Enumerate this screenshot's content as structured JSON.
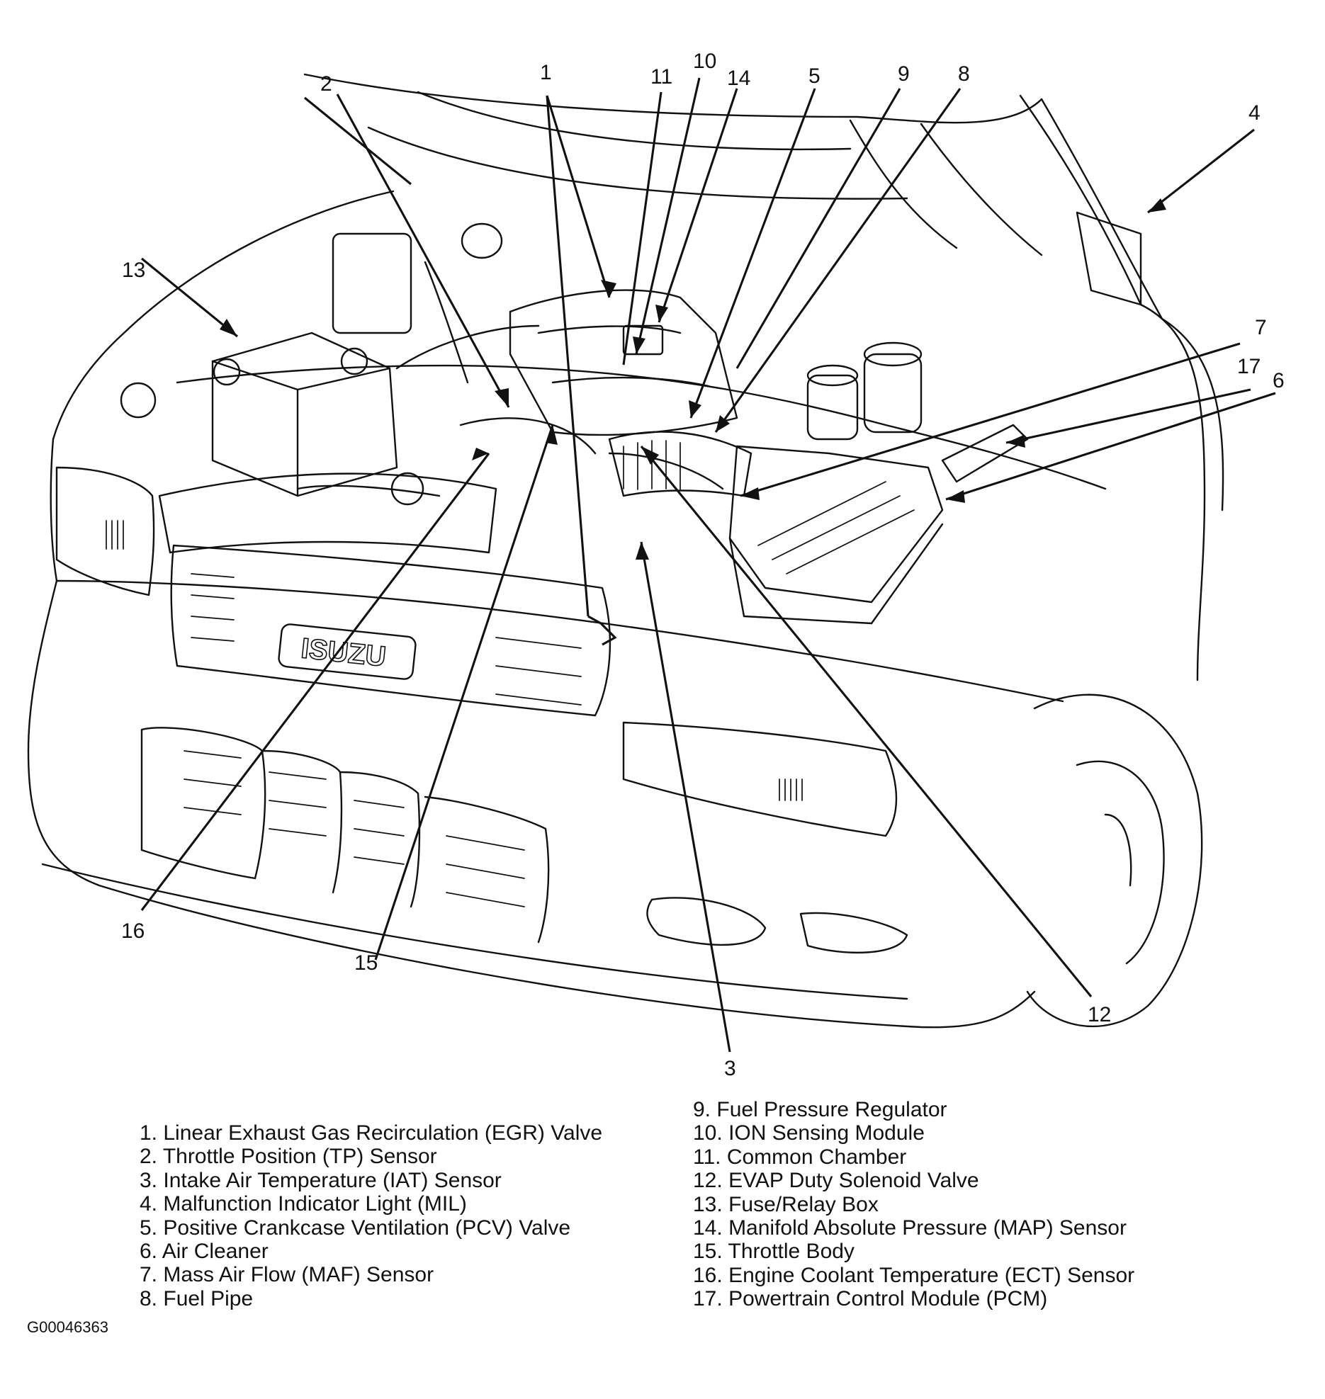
{
  "diagram": {
    "emblem_text": "ISUZU",
    "callouts": [
      "1",
      "2",
      "3",
      "4",
      "5",
      "6",
      "7",
      "8",
      "9",
      "10",
      "11",
      "12",
      "13",
      "14",
      "15",
      "16",
      "17"
    ]
  },
  "legend": {
    "left": [
      {
        "num": "1.",
        "text": "Linear Exhaust Gas Recirculation (EGR) Valve"
      },
      {
        "num": "2.",
        "text": "Throttle Position (TP) Sensor"
      },
      {
        "num": "3.",
        "text": "Intake Air Temperature (IAT) Sensor"
      },
      {
        "num": "4.",
        "text": "Malfunction Indicator Light  (MIL)"
      },
      {
        "num": "5.",
        "text": "Positive Crankcase Ventilation (PCV) Valve"
      },
      {
        "num": "6.",
        "text": "Air Cleaner"
      },
      {
        "num": "7.",
        "text": "Mass Air Flow (MAF) Sensor"
      },
      {
        "num": "8.",
        "text": "Fuel Pipe"
      }
    ],
    "right": [
      {
        "num": "9.",
        "text": "Fuel Pressure Regulator"
      },
      {
        "num": "10.",
        "text": "ION Sensing Module"
      },
      {
        "num": "11.",
        "text": "Common Chamber"
      },
      {
        "num": "12.",
        "text": "EVAP Duty Solenoid Valve"
      },
      {
        "num": "13.",
        "text": "Fuse/Relay Box"
      },
      {
        "num": "14.",
        "text": "Manifold Absolute Pressure (MAP) Sensor"
      },
      {
        "num": "15.",
        "text": "Throttle Body"
      },
      {
        "num": "16.",
        "text": "Engine Coolant Temperature (ECT) Sensor"
      },
      {
        "num": "17.",
        "text": "Powertrain Control Module (PCM)"
      }
    ]
  },
  "figure_code": "G00046363"
}
